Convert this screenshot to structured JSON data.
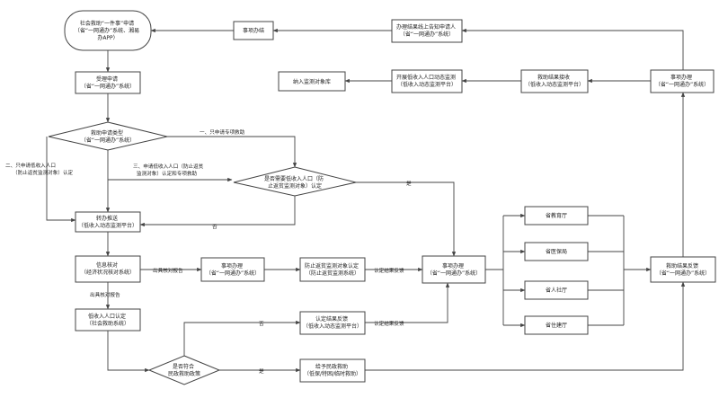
{
  "nodes": {
    "start": [
      "社会救助“一件事”申请",
      "（省“一网通办”系统、湘易",
      "办APP）"
    ],
    "accept": [
      "受理申请",
      "（省“一网通办”系统）"
    ],
    "type": [
      "救助申请类型",
      "（省“一网通办”系统）"
    ],
    "monitorcheck": [
      "是否需要低收入人口（防",
      "止返贫监测对象）认定"
    ],
    "transfer": [
      "转办推送",
      "（低收入动态监测平台）"
    ],
    "verify": [
      "信息核对",
      "（经济状况核对系统）"
    ],
    "handle1": [
      "事项办理",
      "（省“一网通办”系统）"
    ],
    "antipoverty": [
      "防止返贫监测对象认定",
      "（防止返贫监测系统）"
    ],
    "handle2": [
      "事项办理",
      "（省“一网通办”系统）"
    ],
    "lowincome": [
      "低收入人口认定",
      "（社会救助系统）"
    ],
    "policy": [
      "是否符合",
      "民政救助政策"
    ],
    "feedback": [
      "认定结果反馈",
      "（低收入动态监测平台）"
    ],
    "civil": [
      "给予民政救助",
      "（低保/特困/临时救助）"
    ],
    "edu": [
      "省教育厅"
    ],
    "med": [
      "省医保局"
    ],
    "hr": [
      "省人社厅"
    ],
    "housing": [
      "省住建厅"
    ],
    "result": [
      "救助结果反馈",
      "（省“一网通办”系统）"
    ],
    "handle3": [
      "事项办理",
      "（省“一网通办”系统）"
    ],
    "receive": [
      "救助结果接收",
      "（低收入动态监测平台）"
    ],
    "database": [
      "开展低收入人口动态监测",
      "（低收入动态监测平台）"
    ],
    "monitorlib": [
      "纳入监测对象库"
    ],
    "notify": [
      "办理结果线上告知申请人",
      "（省“一网通办”系统）"
    ],
    "done": [
      "事项办结"
    ]
  },
  "labels": {
    "e_only_special": "一、只申请专项救助",
    "e_only_lowincome_1": "二、只申请低收入人口",
    "e_only_lowincome_2": "（防止返贫监测对象）认定",
    "e_both_1": "三、申请低收入人口（防止返贫",
    "e_both_2": "监测对象）认定和专项救助",
    "e_no_1": "否",
    "e_yes_1": "是",
    "e_report_1": "出具核对报告",
    "e_report_2": "出具核对报告",
    "e_feedback_1": "认定结果反馈",
    "e_feedback_2": "认定结果反馈",
    "e_no_2": "否",
    "e_yes_2": "是"
  }
}
